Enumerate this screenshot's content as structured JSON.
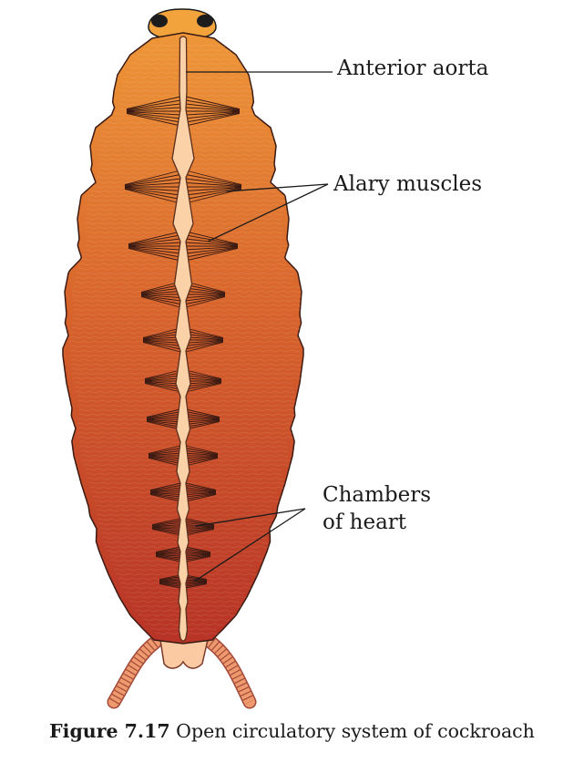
{
  "labels": {
    "anterior_aorta": "Anterior aorta",
    "alary_muscles": "Alary muscles",
    "chambers_line1": "Chambers",
    "chambers_line2": "of heart"
  },
  "caption": {
    "figure_number": "Figure 7.17",
    "text": "Open circulatory system of cockroach"
  },
  "colors": {
    "body_top": "#ee9638",
    "body_mid": "#d8642c",
    "body_bottom": "#b73326",
    "head": "#f2a33c",
    "heart": "#fbd2a7",
    "muscle": "#3a1a12",
    "cerci": "#ef9a6e",
    "background": "#ffffff"
  }
}
